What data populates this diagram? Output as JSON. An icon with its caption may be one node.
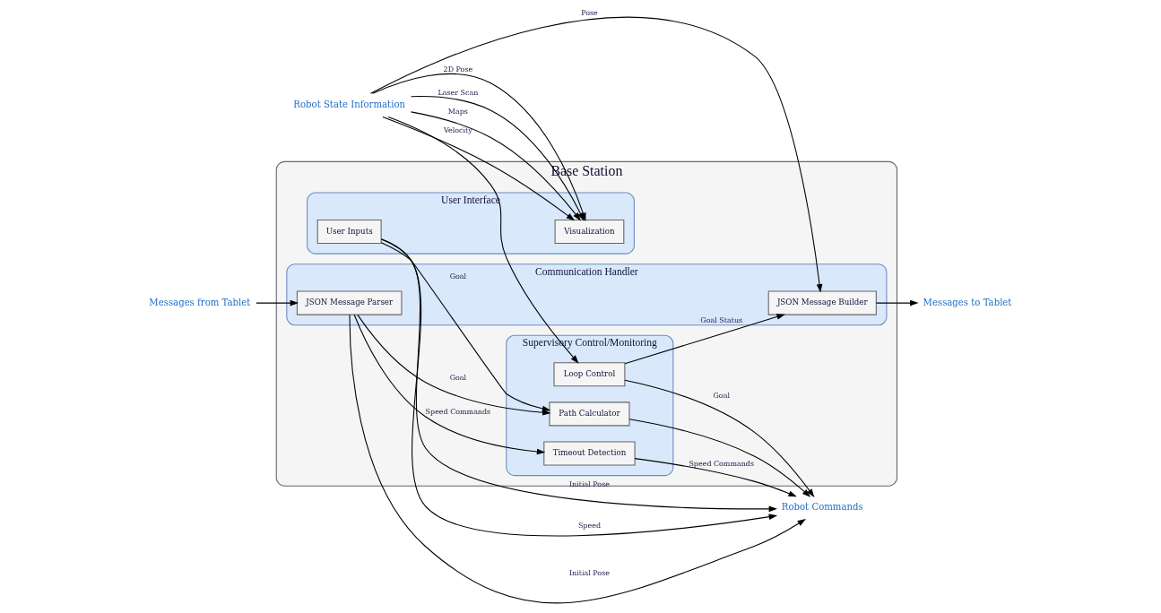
{
  "diagram": {
    "nodes": [
      {
        "text": [
          "Base Station"
        ]
      },
      {
        "text": [
          "User Interface"
        ],
        "in": 0
      },
      {
        "text": [
          "Visualization"
        ],
        "in": 1
      },
      {
        "text": [
          "User Inputs"
        ],
        "in": 1
      },
      {
        "text": [
          "Communication Handler"
        ],
        "in": 0
      },
      {
        "text": [
          "JSON Message Builder"
        ],
        "in": 4
      },
      {
        "text": [
          "JSON Message Parser"
        ],
        "in": 4
      },
      {
        "text": [
          "Supervisory Control/Monitoring"
        ],
        "in": 0
      },
      {
        "text": [
          "Loop Control"
        ],
        "in": 7
      },
      {
        "text": [
          "Path Calculator"
        ],
        "in": 7
      },
      {
        "text": [
          "Timeout Detection"
        ],
        "in": 7
      },
      {
        "text": [
          "Robot State Information"
        ]
      },
      {
        "text": [
          "Robot Commands"
        ]
      },
      {
        "text": [
          "Messages to Tablet"
        ]
      },
      {
        "text": [
          "Messages from Tablet"
        ]
      }
    ],
    "edges": [
      {
        "from": 11,
        "to": 2,
        "arrow": "to",
        "label": "Laser Scan"
      },
      {
        "from": 11,
        "to": 2,
        "arrow": "to",
        "label": "Maps"
      },
      {
        "from": 11,
        "to": 2,
        "arrow": "to",
        "label": "Velocity"
      },
      {
        "from": 11,
        "to": 2,
        "arrow": "to",
        "label": "2D Pose"
      },
      {
        "from": 11,
        "to": 5,
        "arrow": "to",
        "label": "Pose"
      },
      {
        "from": 11,
        "to": 8,
        "arrow": "to"
      },
      {
        "from": 3,
        "to": 12,
        "arrow": "to",
        "label": "Speed"
      },
      {
        "from": 3,
        "to": 9,
        "arrow": "to",
        "label": "Goal"
      },
      {
        "from": 3,
        "to": 12,
        "arrow": "to",
        "label": "Initial Pose"
      },
      {
        "from": 8,
        "to": 12,
        "arrow": "to",
        "label": "Goal"
      },
      {
        "from": 9,
        "to": 12,
        "arrow": "to"
      },
      {
        "from": 8,
        "to": 5,
        "arrow": "to",
        "label": "Goal Status"
      },
      {
        "from": 5,
        "to": 13,
        "arrow": "to"
      },
      {
        "from": 14,
        "to": 6,
        "arrow": "to"
      },
      {
        "from": 6,
        "to": 9,
        "arrow": "to",
        "label": "Goal"
      },
      {
        "from": 6,
        "to": 12,
        "arrow": "to",
        "label": "Initial Pose"
      },
      {
        "from": 6,
        "to": 10,
        "arrow": "to",
        "label": "Speed Commands"
      },
      {
        "from": 10,
        "to": 12,
        "arrow": "to",
        "label": "Speed Commands"
      }
    ]
  }
}
